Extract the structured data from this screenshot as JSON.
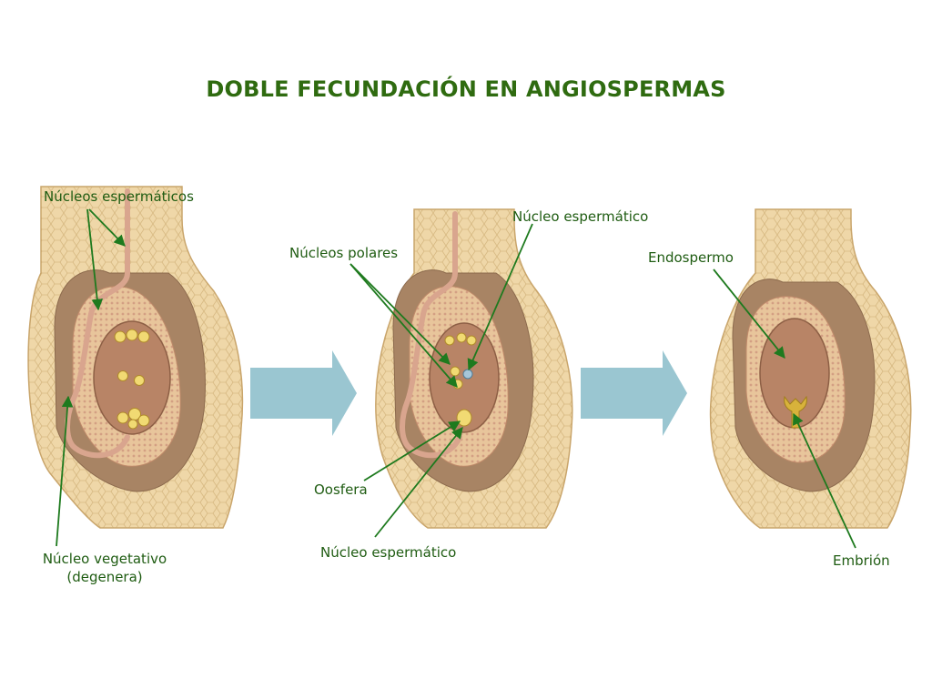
{
  "title": "DOBLE FECUNDACIÓN EN ANGIOSPERMAS",
  "colors": {
    "title": "#2f6b10",
    "label": "#1f5c12",
    "pointer": "#1e7a1e",
    "arrow": "#8fc0cc",
    "tissue": "#efd7a8",
    "tissue_cells": "#d7b982",
    "nucellus": "#c99b74",
    "embryo_sac": "#b88466",
    "pollen_tube": "#d9a58e",
    "nucleus": "#f1da73"
  },
  "labels": {
    "nucleos_espermaticos": "Núcleos espermáticos",
    "nucleo_vegetativo_1": "Núcleo vegetativo",
    "nucleo_vegetativo_2": "(degenera)",
    "nucleos_polares": "Núcleos polares",
    "nucleo_espermatico_top": "Núcleo espermático",
    "oosfera": "Oosfera",
    "nucleo_espermatico_bottom": "Núcleo espermático",
    "endospermo": "Endospermo",
    "embrion": "Embrión"
  }
}
